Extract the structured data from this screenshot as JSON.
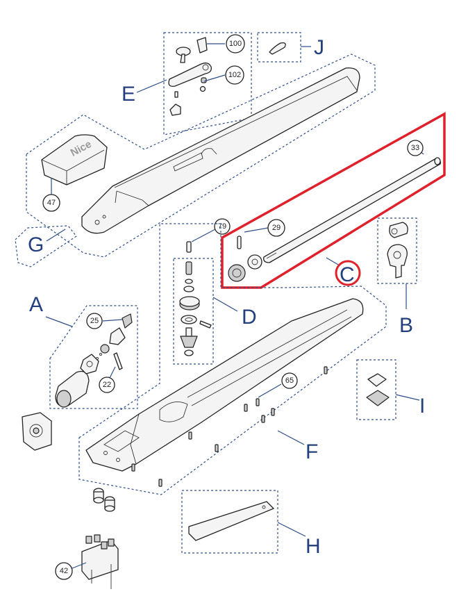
{
  "groups": {
    "A": "A",
    "B": "B",
    "C": "C",
    "D": "D",
    "E": "E",
    "F": "F",
    "G": "G",
    "H": "H",
    "I": "I",
    "J": "J"
  },
  "callouts": {
    "c100": "100",
    "c102": "102",
    "c47": "47",
    "c79": "79",
    "c29": "29",
    "c33": "33",
    "c25": "25",
    "c22": "22",
    "c65": "65",
    "c42": "42"
  },
  "cover_brand": "Nice",
  "colors": {
    "group_label": "#233f7d",
    "frame": "#2d4e8a",
    "highlight": "#e0202a"
  },
  "highlighted_group": "C"
}
